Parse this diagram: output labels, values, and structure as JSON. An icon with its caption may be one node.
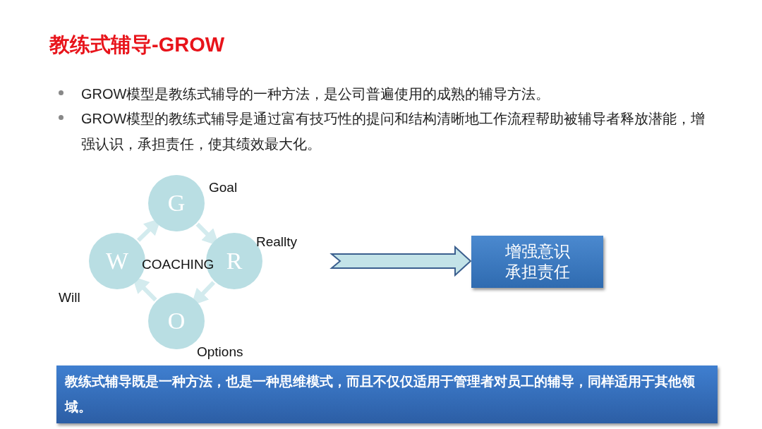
{
  "diagram": {
    "title": "教练式辅导-GROW",
    "nodes": [
      {
        "text": [
          "G"
        ],
        "beside": [
          "Goal"
        ]
      },
      {
        "text": [
          "R"
        ],
        "beside": [
          "Reallty"
        ]
      },
      {
        "text": [
          "O"
        ],
        "beside": [
          "Options"
        ]
      },
      {
        "text": [
          "W"
        ],
        "beside": [
          "Will"
        ]
      },
      {
        "text": [
          "增强意识承担责任"
        ]
      },
      {
        "text": [
          "教练式辅导既是一种方法，也是一种思维模式，而且不仅仅适用于管理者对员工的辅导，同样适用于其他领域。"
        ]
      }
    ],
    "edges": [
      {
        "from": 0,
        "to": 1,
        "arrow": "to"
      },
      {
        "from": 1,
        "to": 2,
        "arrow": "to"
      },
      {
        "from": 2,
        "to": 3,
        "arrow": "to"
      },
      {
        "from": 3,
        "to": 0,
        "arrow": "to"
      },
      {
        "from": null,
        "to": 4,
        "arrow": "to"
      }
    ],
    "labels": [
      "GROW模型是教练式辅导的一种方法，是公司普遍使用的成熟的辅导方法。",
      "GROW模型的教练式辅导是通过富有技巧性的提问和结构清晰地工作流程帮助被辅导者释放潜能，增强认识，承担责任，使其绩效最大化。",
      "COACHING"
    ]
  }
}
